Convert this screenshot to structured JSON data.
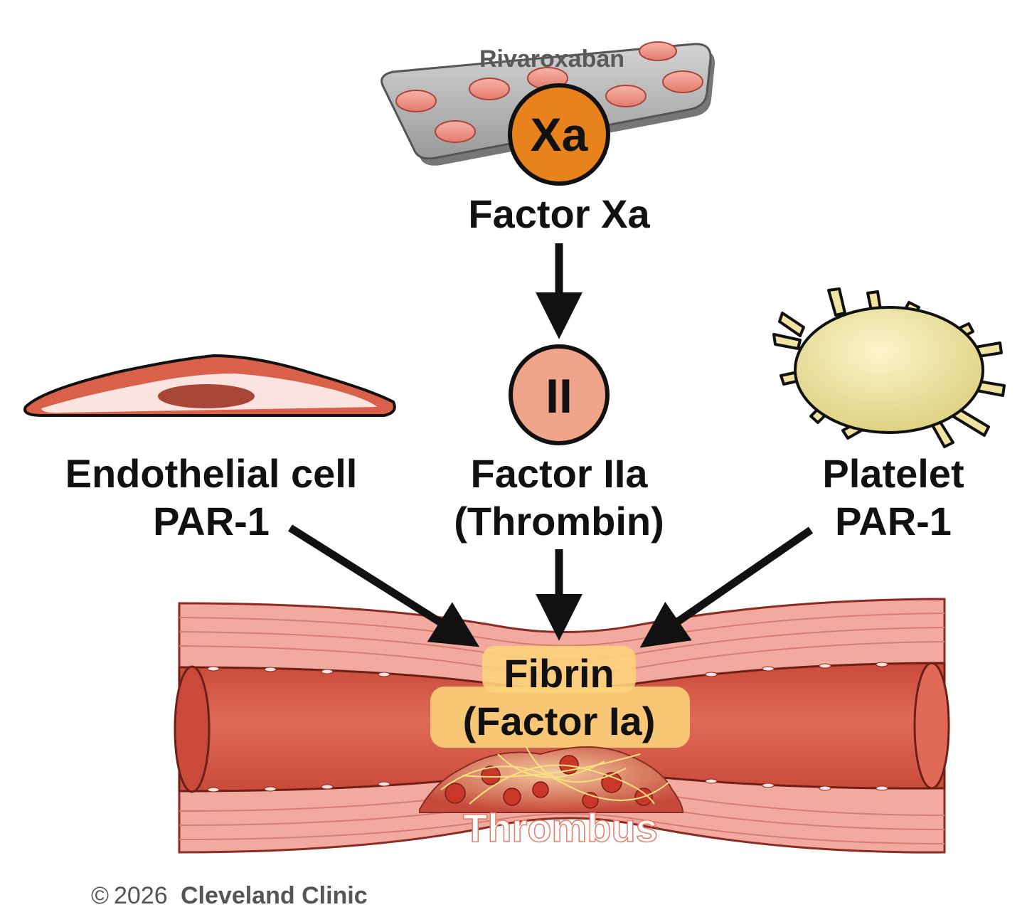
{
  "drug": {
    "name": "Rivaroxaban"
  },
  "factor_xa": {
    "badge": "Xa",
    "label": "Factor Xa"
  },
  "factor_iia": {
    "badge": "II",
    "label_line1": "Factor IIa",
    "label_line2": "(Thrombin)"
  },
  "endothelial": {
    "label_line1": "Endothelial cell",
    "label_line2": "PAR-1"
  },
  "platelet": {
    "label_line1": "Platelet",
    "label_line2": "PAR-1"
  },
  "fibrin": {
    "label_line1": "Fibrin",
    "label_line2": "(Factor Ia)"
  },
  "thrombus": {
    "label": "Thrombus"
  },
  "copyright": {
    "symbol": "©",
    "year": "2026",
    "org": "Cleveland Clinic"
  },
  "colors": {
    "xa_badge": "#e8821c",
    "ii_badge": "#f0a58a",
    "vessel_wall": "#f2a9a0",
    "vessel_lumen": "#dc6150",
    "fibrin_highlight": "#fbd27a",
    "platelet": "#eee3a0",
    "endothelial_cell": "#d9614a"
  }
}
